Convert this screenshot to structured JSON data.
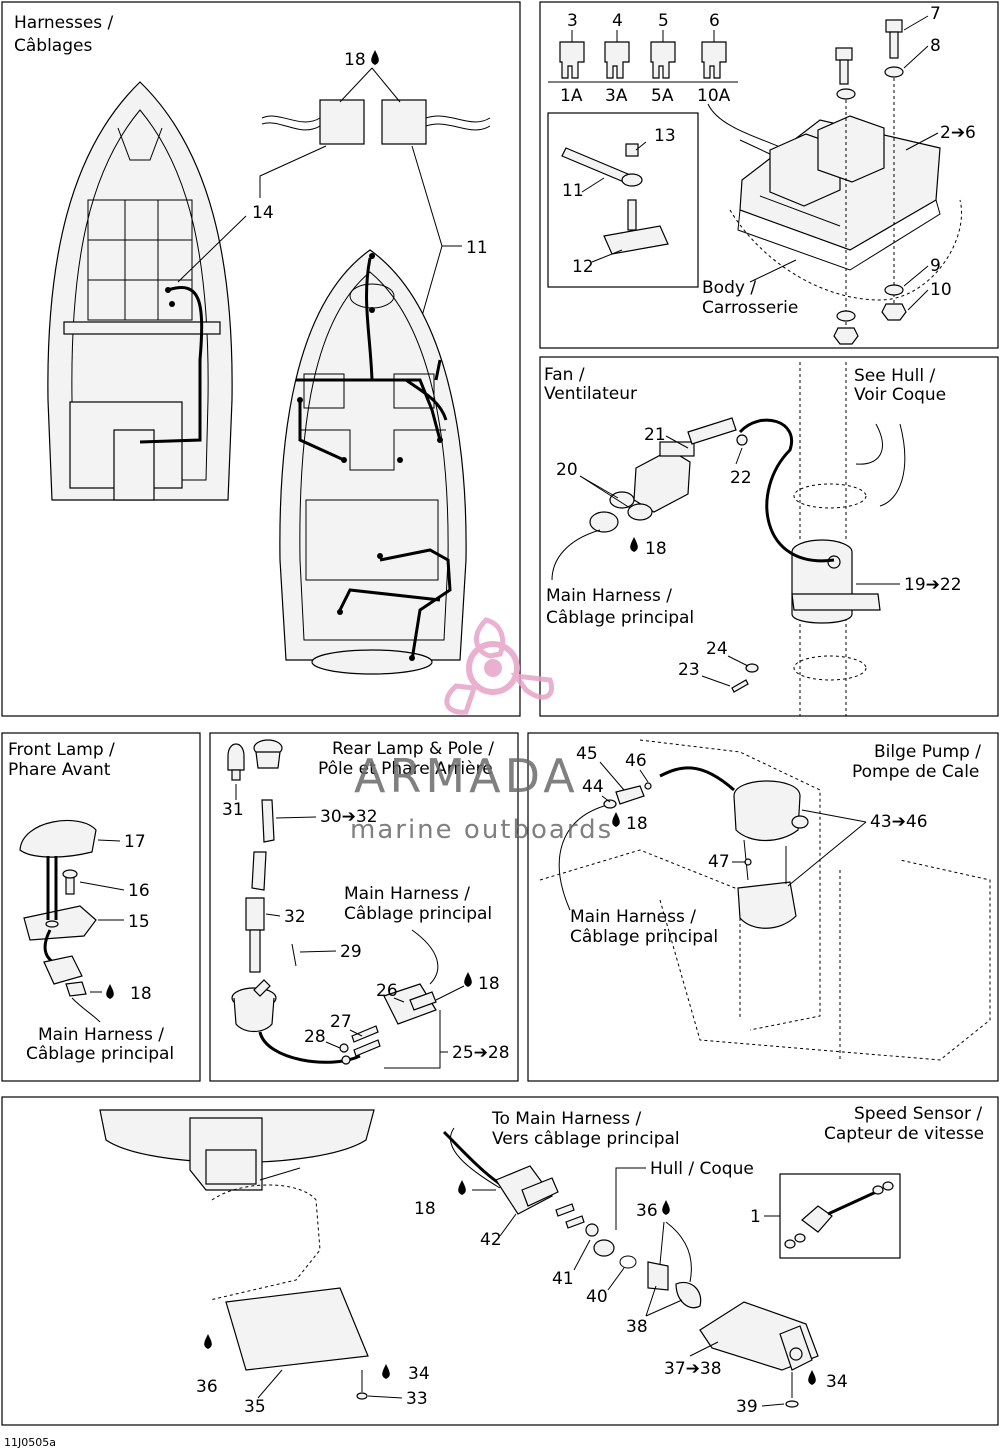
{
  "panels": {
    "harnesses": {
      "title_line1": "Harnesses /",
      "title_line2": "Câblages"
    },
    "fuse_box": {
      "fuses": [
        {
          "ref": "3",
          "rating": "1A"
        },
        {
          "ref": "4",
          "rating": "3A"
        },
        {
          "ref": "5",
          "rating": "5A"
        },
        {
          "ref": "6",
          "rating": "10A"
        }
      ],
      "body_line1": "Body /",
      "body_line2": "Carrosserie"
    },
    "fan": {
      "title_line1": "Fan /",
      "title_line2": "Ventilateur",
      "see_hull_line1": "See Hull /",
      "see_hull_line2": "Voir Coque",
      "main_harness_line1": "Main Harness /",
      "main_harness_line2": "Câblage principal"
    },
    "front_lamp": {
      "title_line1": "Front Lamp /",
      "title_line2": "Phare Avant",
      "main_harness_line1": "Main Harness /",
      "main_harness_line2": "Câblage principal"
    },
    "rear_lamp": {
      "title_line1": "Rear Lamp & Pole /",
      "title_line2": "Pôle et Phare Arrière",
      "main_harness_line1": "Main Harness /",
      "main_harness_line2": "Câblage principal"
    },
    "bilge_pump": {
      "title_line1": "Bilge Pump /",
      "title_line2": "Pompe de Cale",
      "main_harness_line1": "Main Harness /",
      "main_harness_line2": "Câblage principal"
    },
    "speed_sensor": {
      "title_line1": "Speed Sensor /",
      "title_line2": "Capteur de vitesse",
      "to_main_line1": "To Main Harness /",
      "to_main_line2": "Vers câblage principal",
      "hull": "Hull / Coque"
    }
  },
  "callouts": {
    "c1": "1",
    "c2_6": "2➔6",
    "c7": "7",
    "c8": "8",
    "c9": "9",
    "c10": "10",
    "c11a": "11",
    "c11b": "11",
    "c12": "12",
    "c13": "13",
    "c14": "14",
    "c15": "15",
    "c16": "16",
    "c17": "17",
    "c18_top": "18",
    "c18_fan": "18",
    "c18_front": "18",
    "c18_rear": "18",
    "c18_bilge": "18",
    "c18_speed": "18",
    "c19_22": "19➔22",
    "c20": "20",
    "c21": "21",
    "c22": "22",
    "c23": "23",
    "c24": "24",
    "c25_28": "25➔28",
    "c26": "26",
    "c27": "27",
    "c28": "28",
    "c29": "29",
    "c30_32": "30➔32",
    "c31": "31",
    "c32": "32",
    "c33": "33",
    "c34a": "34",
    "c34b": "34",
    "c35": "35",
    "c36a": "36",
    "c36b": "36",
    "c37_38": "37➔38",
    "c38": "38",
    "c39": "39",
    "c40": "40",
    "c41": "41",
    "c42": "42",
    "c43_46": "43➔46",
    "c44": "44",
    "c45": "45",
    "c46": "46",
    "c47": "47"
  },
  "figure_code": "11J0505a",
  "watermark": {
    "brand": "ARMADA",
    "tagline": "marine outboards",
    "color": "#e7a3c8"
  }
}
